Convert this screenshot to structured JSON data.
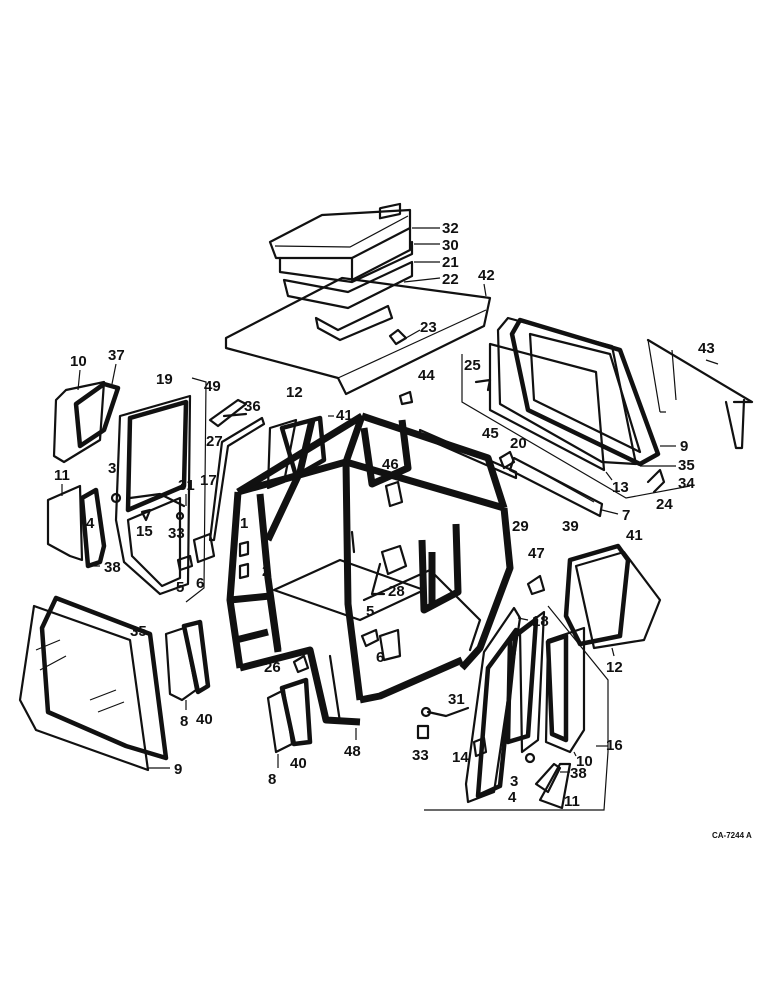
{
  "diagram": {
    "drawing_code": "CA-7244 A",
    "labels": [
      {
        "id": "l32",
        "text": "32"
      },
      {
        "id": "l30",
        "text": "30"
      },
      {
        "id": "l21",
        "text": "21"
      },
      {
        "id": "l22",
        "text": "22"
      },
      {
        "id": "l42",
        "text": "42"
      },
      {
        "id": "l23",
        "text": "23"
      },
      {
        "id": "l43",
        "text": "43"
      },
      {
        "id": "l25",
        "text": "25"
      },
      {
        "id": "l44",
        "text": "44"
      },
      {
        "id": "l9a",
        "text": "9"
      },
      {
        "id": "l45",
        "text": "45"
      },
      {
        "id": "l20",
        "text": "20"
      },
      {
        "id": "l35a",
        "text": "35"
      },
      {
        "id": "l34",
        "text": "34"
      },
      {
        "id": "l13",
        "text": "13"
      },
      {
        "id": "l24",
        "text": "24"
      },
      {
        "id": "l7",
        "text": "7"
      },
      {
        "id": "l46",
        "text": "46"
      },
      {
        "id": "l29",
        "text": "29"
      },
      {
        "id": "l39",
        "text": "39"
      },
      {
        "id": "l10a",
        "text": "10"
      },
      {
        "id": "l37",
        "text": "37"
      },
      {
        "id": "l19",
        "text": "19"
      },
      {
        "id": "l49",
        "text": "49"
      },
      {
        "id": "l36",
        "text": "36"
      },
      {
        "id": "l12a",
        "text": "12"
      },
      {
        "id": "l41a",
        "text": "41"
      },
      {
        "id": "l27",
        "text": "27"
      },
      {
        "id": "l3a",
        "text": "3"
      },
      {
        "id": "l11a",
        "text": "11"
      },
      {
        "id": "l31a",
        "text": "31"
      },
      {
        "id": "l17",
        "text": "17"
      },
      {
        "id": "l4a",
        "text": "4"
      },
      {
        "id": "l15",
        "text": "15"
      },
      {
        "id": "l33a",
        "text": "33"
      },
      {
        "id": "l1",
        "text": "1"
      },
      {
        "id": "l2",
        "text": "2"
      },
      {
        "id": "l38a",
        "text": "38"
      },
      {
        "id": "l5a",
        "text": "5"
      },
      {
        "id": "l6a",
        "text": "6"
      },
      {
        "id": "l47",
        "text": "47"
      },
      {
        "id": "l41b",
        "text": "41"
      },
      {
        "id": "l28",
        "text": "28"
      },
      {
        "id": "l35b",
        "text": "35"
      },
      {
        "id": "l18",
        "text": "18"
      },
      {
        "id": "l5b",
        "text": "5"
      },
      {
        "id": "l6b",
        "text": "6"
      },
      {
        "id": "l12b",
        "text": "12"
      },
      {
        "id": "l26",
        "text": "26"
      },
      {
        "id": "l8a",
        "text": "8"
      },
      {
        "id": "l40a",
        "text": "40"
      },
      {
        "id": "l48",
        "text": "48"
      },
      {
        "id": "l31b",
        "text": "31"
      },
      {
        "id": "l16",
        "text": "16"
      },
      {
        "id": "l10b",
        "text": "10"
      },
      {
        "id": "l33b",
        "text": "33"
      },
      {
        "id": "l14",
        "text": "14"
      },
      {
        "id": "l3b",
        "text": "3"
      },
      {
        "id": "l38b",
        "text": "38"
      },
      {
        "id": "l4b",
        "text": "4"
      },
      {
        "id": "l11b",
        "text": "11"
      },
      {
        "id": "l9b",
        "text": "9"
      },
      {
        "id": "l8b",
        "text": "8"
      },
      {
        "id": "l40b",
        "text": "40"
      }
    ]
  }
}
